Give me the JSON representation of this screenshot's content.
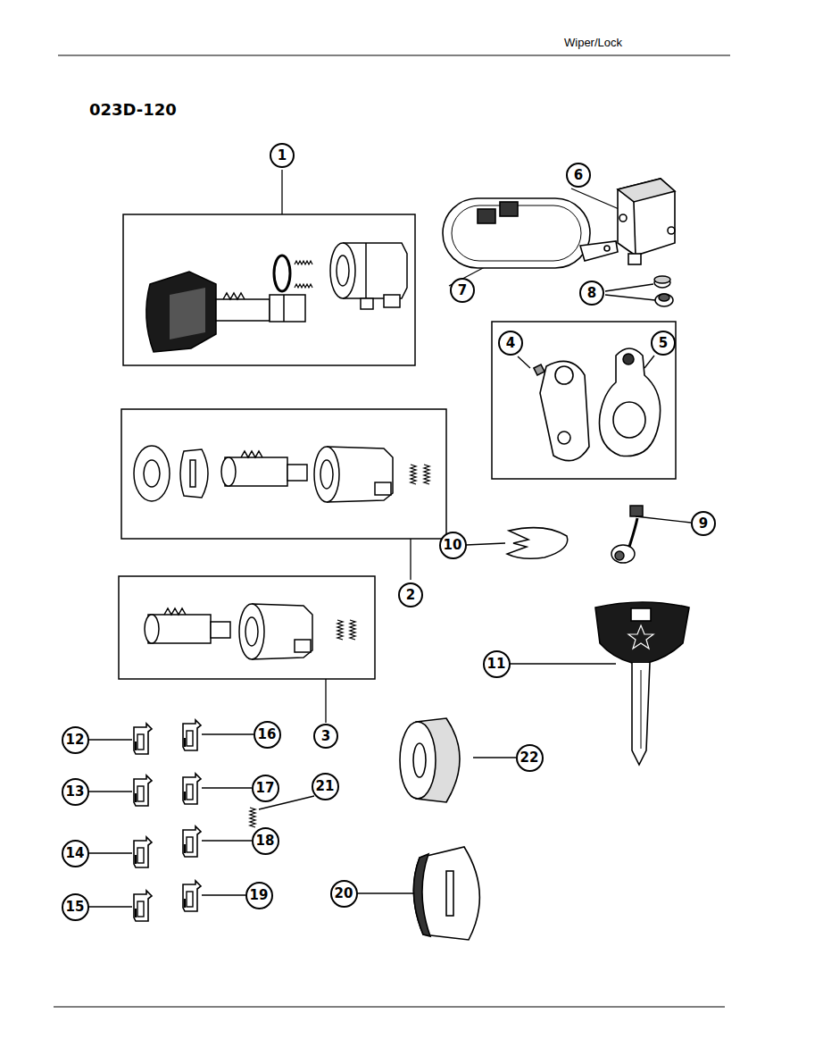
{
  "diagram": {
    "nodes": [
      {
        "text": [
          "1"
        ]
      },
      {
        "text": [
          "6"
        ]
      },
      {
        "text": [
          "7"
        ]
      },
      {
        "text": [
          "8"
        ]
      },
      {
        "text": [
          "4"
        ]
      },
      {
        "text": [
          "5"
        ]
      },
      {
        "text": [
          "9"
        ]
      },
      {
        "text": [
          "10"
        ]
      },
      {
        "text": [
          "2"
        ]
      },
      {
        "text": [
          "11"
        ]
      },
      {
        "text": [
          "12"
        ]
      },
      {
        "text": [
          "16"
        ]
      },
      {
        "text": [
          "3"
        ]
      },
      {
        "text": [
          "22"
        ]
      },
      {
        "text": [
          "13"
        ]
      },
      {
        "text": [
          "17"
        ]
      },
      {
        "text": [
          "21"
        ]
      },
      {
        "text": [
          "14"
        ]
      },
      {
        "text": [
          "18"
        ]
      },
      {
        "text": [
          "15"
        ]
      },
      {
        "text": [
          "19"
        ]
      },
      {
        "text": [
          "20"
        ]
      }
    ],
    "labels": [
      "Wiper/Lock",
      "023D-120"
    ]
  }
}
